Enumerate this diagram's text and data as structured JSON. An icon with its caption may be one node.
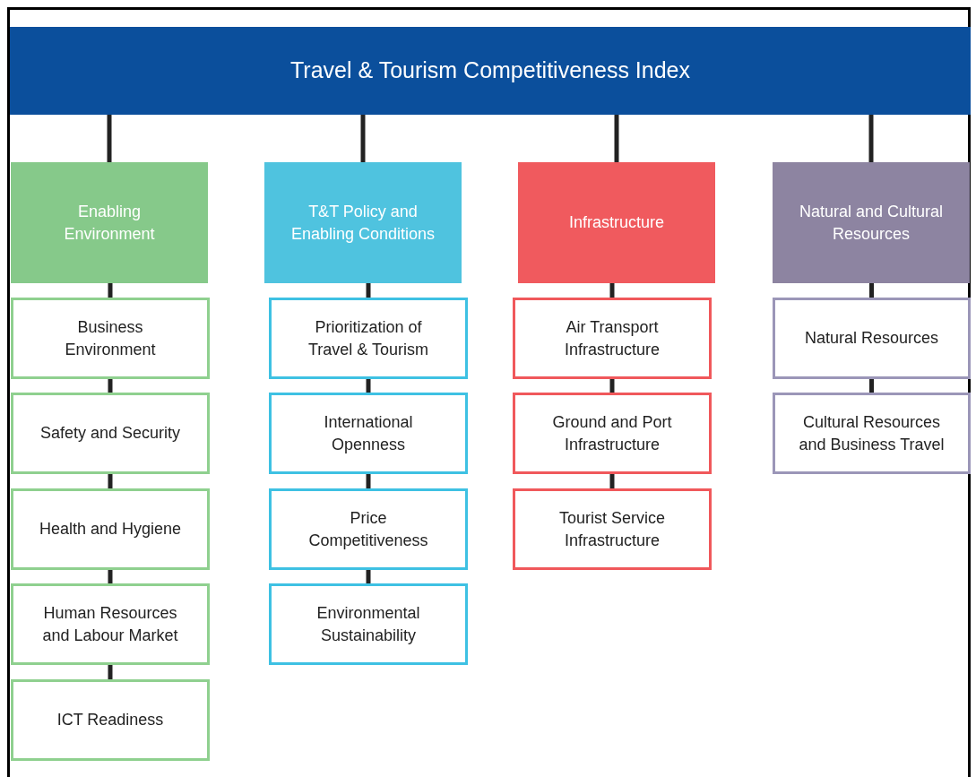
{
  "diagram": {
    "nodes": [
      {
        "text": [
          "Travel & Tourism Competitiveness Index"
        ]
      },
      {
        "text": [
          "Enabling Environment"
        ]
      },
      {
        "text": [
          "Business Environment"
        ]
      },
      {
        "text": [
          "Safety and Security"
        ]
      },
      {
        "text": [
          "Health and Hygiene"
        ]
      },
      {
        "text": [
          "Human Resources and Labour Market"
        ]
      },
      {
        "text": [
          "ICT Readiness"
        ]
      },
      {
        "text": [
          "T&T Policy and Enabling Conditions"
        ]
      },
      {
        "text": [
          "Prioritization of Travel & Tourism"
        ]
      },
      {
        "text": [
          "International Openness"
        ]
      },
      {
        "text": [
          "Price Competitiveness"
        ]
      },
      {
        "text": [
          "Environmental Sustainability"
        ]
      },
      {
        "text": [
          "Infrastructure"
        ]
      },
      {
        "text": [
          "Air Transport Infrastructure"
        ]
      },
      {
        "text": [
          "Ground and Port Infrastructure"
        ]
      },
      {
        "text": [
          "Tourist Service Infrastructure"
        ]
      },
      {
        "text": [
          "Natural and Cultural Resources"
        ]
      },
      {
        "text": [
          "Natural Resources"
        ]
      },
      {
        "text": [
          "Cultural Resources and Business Travel"
        ]
      }
    ],
    "edges": [
      {
        "from": 0,
        "to": 1,
        "arrow": "none"
      },
      {
        "from": 0,
        "to": 7,
        "arrow": "none"
      },
      {
        "from": 0,
        "to": 12,
        "arrow": "none"
      },
      {
        "from": 0,
        "to": 16,
        "arrow": "none"
      },
      {
        "from": 1,
        "to": 2,
        "arrow": "none"
      },
      {
        "from": 2,
        "to": 3,
        "arrow": "none"
      },
      {
        "from": 3,
        "to": 4,
        "arrow": "none"
      },
      {
        "from": 4,
        "to": 5,
        "arrow": "none"
      },
      {
        "from": 5,
        "to": 6,
        "arrow": "none"
      },
      {
        "from": 7,
        "to": 8,
        "arrow": "none"
      },
      {
        "from": 8,
        "to": 9,
        "arrow": "none"
      },
      {
        "from": 9,
        "to": 10,
        "arrow": "none"
      },
      {
        "from": 10,
        "to": 11,
        "arrow": "none"
      },
      {
        "from": 12,
        "to": 13,
        "arrow": "none"
      },
      {
        "from": 13,
        "to": 14,
        "arrow": "none"
      },
      {
        "from": 14,
        "to": 15,
        "arrow": "none"
      },
      {
        "from": 16,
        "to": 17,
        "arrow": "none"
      },
      {
        "from": 17,
        "to": 18,
        "arrow": "none"
      }
    ]
  }
}
